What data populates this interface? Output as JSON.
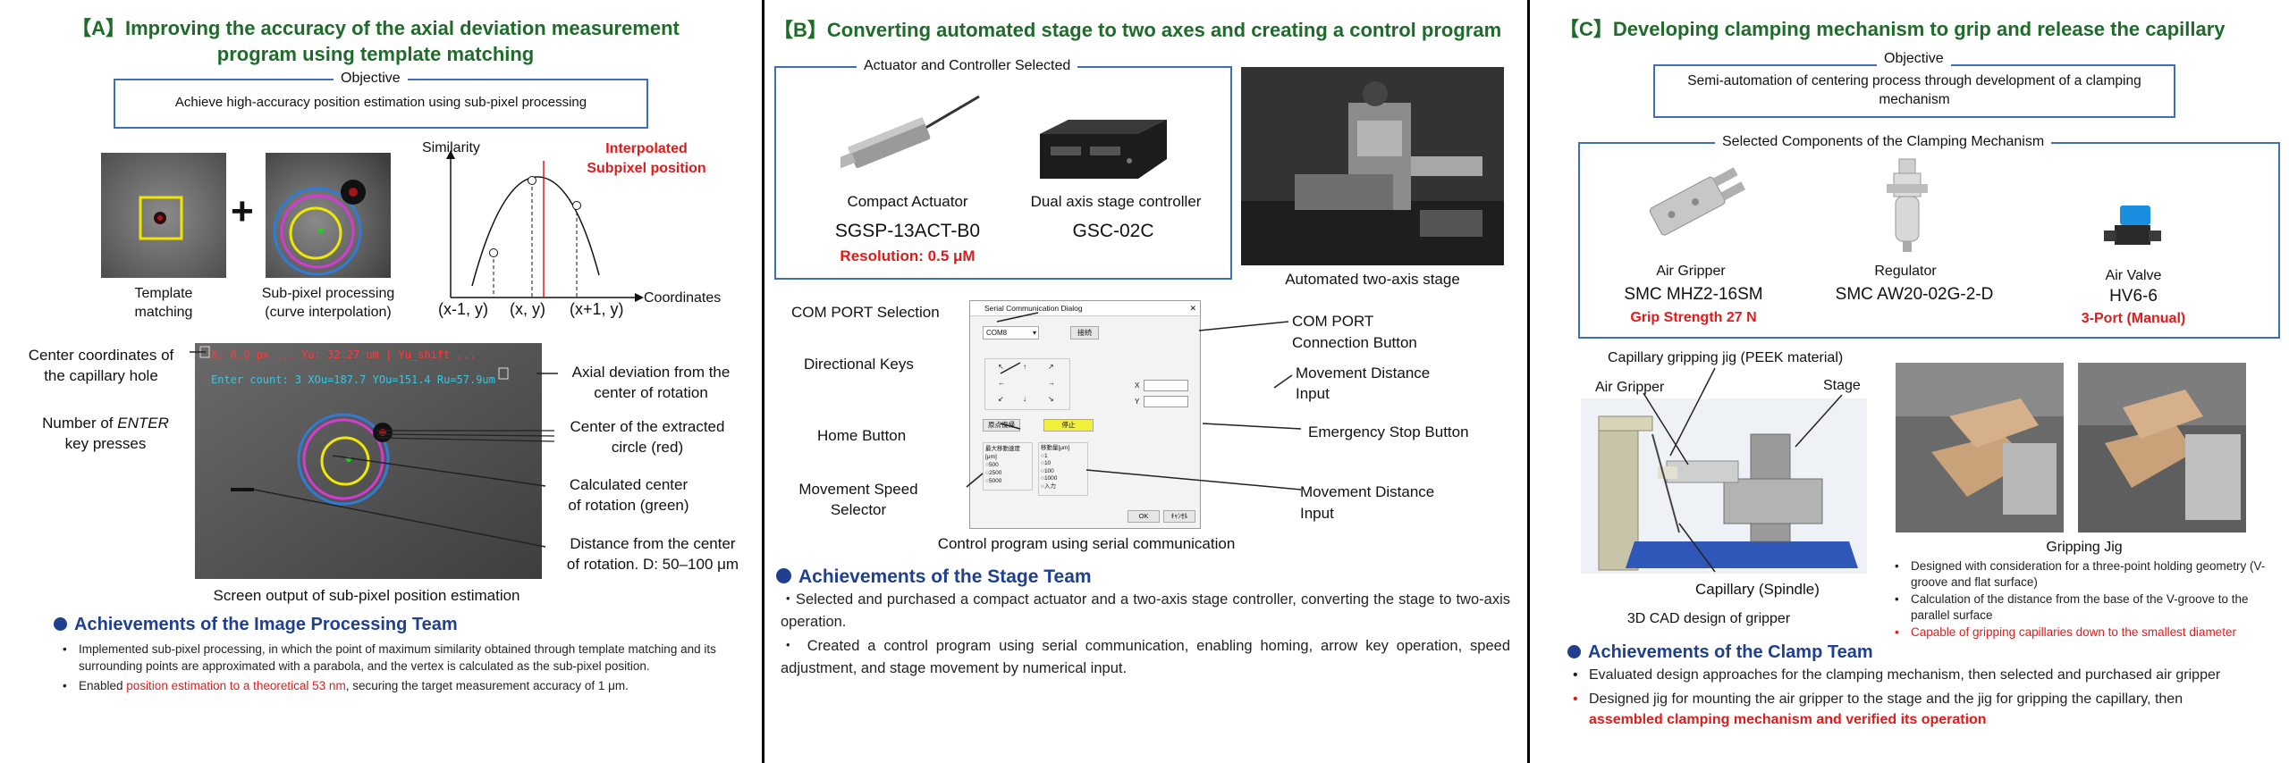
{
  "panel_a": {
    "bracket": "【A】",
    "title_line1": "Improving the accuracy of the axial deviation measurement",
    "title_line2": "program using template matching",
    "objective_label": "Objective",
    "objective_text": "Achieve high-accuracy position estimation using sub-pixel processing",
    "template_caption_1": "Template",
    "template_caption_2": "matching",
    "plus": "+",
    "subpixel_caption_1": "Sub-pixel processing",
    "subpixel_caption_2": "(curve interpolation)",
    "graph": {
      "ylabel": "Similarity",
      "xlabel": "Coordinates",
      "interp_label_1": "Interpolated",
      "interp_label_2": "Subpixel position",
      "ticks": [
        "(x-1, y)",
        "(x, y)",
        "(x+1, y)"
      ]
    },
    "screen": {
      "overlay_line1": "X: 0.0 px  ...  Yu: 32.27 um  | Yu_shift  ...",
      "overlay_line2": "Enter count: 3  XOu=187.7  YOu=151.4  Ru=57.9um"
    },
    "callouts": {
      "center_coords_1": "Center coordinates of",
      "center_coords_2": "the capillary hole",
      "enter_1": "Number of ",
      "enter_em": "ENTER",
      "enter_2": "key presses",
      "axial_1": "Axial deviation from the",
      "axial_2": "center of rotation",
      "extracted_1": "Center of the extracted",
      "extracted_2": "circle (red)",
      "calc_1": "Calculated center",
      "calc_2": "of rotation (green)",
      "dist_1": "Distance from the center",
      "dist_2": "of rotation. D: 50–100 μm"
    },
    "screen_caption": "Screen output of sub-pixel position estimation",
    "achievements_title": "Achievements of the Image Processing Team",
    "bullet1": "Implemented sub-pixel processing, in which the point of maximum similarity obtained through template matching and its surrounding points are approximated with a parabola, and the vertex is calculated as the sub-pixel position.",
    "bullet2_pre": "Enabled ",
    "bullet2_red": "position estimation to a theoretical 53 nm",
    "bullet2_post": ", securing the target measurement accuracy of 1 μm."
  },
  "panel_b": {
    "bracket": "【B】",
    "title": "Converting automated stage to two axes and creating a control program",
    "legend": "Actuator and Controller Selected",
    "actuator_name": "Compact Actuator",
    "actuator_model": "SGSP-13ACT-B0",
    "actuator_resolution": "Resolution: 0.5 μM",
    "controller_name": "Dual axis stage controller",
    "controller_model": "GSC-02C",
    "stage_caption": "Automated  two-axis  stage",
    "dialog": {
      "title": "Serial Communication Dialog",
      "com_value": "COM8",
      "connect_btn": "接続",
      "home_btn": "原点復帰",
      "stop_btn": "停止",
      "speed_group": "最大移動速度[μm]",
      "speed_opts": [
        "500",
        "2500",
        "5000"
      ],
      "dist_group": "移動量[μm]",
      "dist_opts": [
        "1",
        "10",
        "100",
        "1000",
        "入力"
      ],
      "ok": "OK",
      "cancel": "ｷｬﾝｾﾙ",
      "x_label": "X",
      "y_label": "Y"
    },
    "labels": {
      "com_sel": "COM PORT Selection",
      "dir_keys": "Directional Keys",
      "home": "Home Button",
      "speed_1": "Movement Speed",
      "speed_2": "Selector",
      "com_conn_1": "COM PORT",
      "com_conn_2": "Connection Button",
      "dist_in_1": "Movement Distance",
      "dist_in_2": "Input",
      "estop": "Emergency Stop Button",
      "dist2_1": "Movement Distance",
      "dist2_2": "Input"
    },
    "dialog_caption": "Control program using serial communication",
    "achievements_title": "Achievements of the Stage Team",
    "para1": "・Selected and purchased a compact actuator and a two-axis stage controller, converting the stage to two-axis operation.",
    "para2": "・ Created a control program using serial communication, enabling homing, arrow key operation, speed adjustment, and stage movement by numerical input."
  },
  "panel_c": {
    "bracket": "【C】",
    "title": "Developing clamping mechanism to grip and release the capillary",
    "objective_label": "Objective",
    "objective_text": "Semi-automation of centering process through development of a clamping mechanism",
    "legend": "Selected Components of the Clamping Mechanism",
    "gripper_name": "Air Gripper",
    "gripper_model": "SMC  MHZ2-16SM",
    "gripper_strength": "Grip Strength 27 N",
    "regulator_name": "Regulator",
    "regulator_model": "SMC   AW20-02G-2-D",
    "valve_name": "Air Valve",
    "valve_model": "HV6-6",
    "valve_port": "3-Port (Manual)",
    "cad_label_jig": "Capillary gripping jig (PEEK material)",
    "cad_label_gripper": "Air Gripper",
    "cad_label_stage": "Stage",
    "cad_label_capillary": "Capillary (Spindle)",
    "cad_caption": "3D CAD design of gripper",
    "jig_caption": "Gripping Jig",
    "jig_b1": "Designed with consideration for a three-point holding geometry (V-groove and flat surface)",
    "jig_b2": "Calculation of the distance from the base of the V-groove to the parallel surface",
    "jig_b3": "Capable of gripping capillaries down to the smallest diameter",
    "achievements_title": "Achievements of the Clamp Team",
    "bullet1": "Evaluated design approaches for the clamping mechanism, then selected and purchased air gripper",
    "bullet2_pre": "Designed jig for mounting the air gripper to the stage and the jig for gripping the capillary, then ",
    "bullet2_red": "assembled clamping mechanism and verified its operation"
  }
}
